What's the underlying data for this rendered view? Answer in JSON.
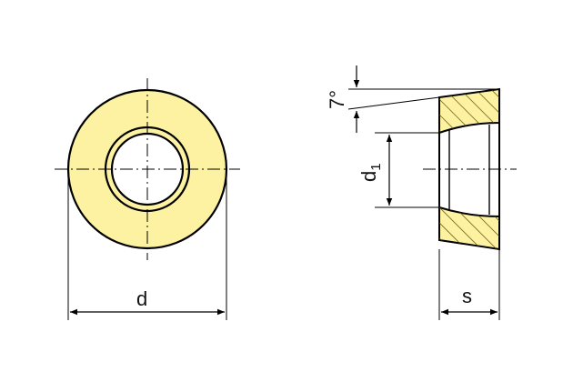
{
  "colors": {
    "fill": "#fdf1a2",
    "outline": "#000000",
    "hatch": "#5a4a00"
  },
  "labels": {
    "d": "d",
    "d1_main": "d",
    "d1_sub": "1",
    "s": "s",
    "angle": "7°"
  }
}
